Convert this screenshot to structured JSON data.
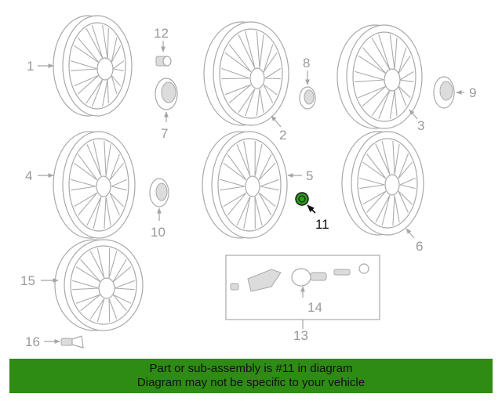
{
  "callouts": [
    "1",
    "2",
    "3",
    "4",
    "5",
    "6",
    "7",
    "8",
    "9",
    "10",
    "11",
    "12",
    "13",
    "14",
    "15",
    "16"
  ],
  "highlight": "11",
  "colors": {
    "banner": "#2e8b14",
    "highlight_part": "#2f9a1c",
    "line": "#a5a5a5",
    "label": "#9a9a9a"
  },
  "banner": {
    "line1": "Part or sub-assembly is #11 in diagram",
    "line2": "Diagram may not be specific to your vehicle"
  }
}
